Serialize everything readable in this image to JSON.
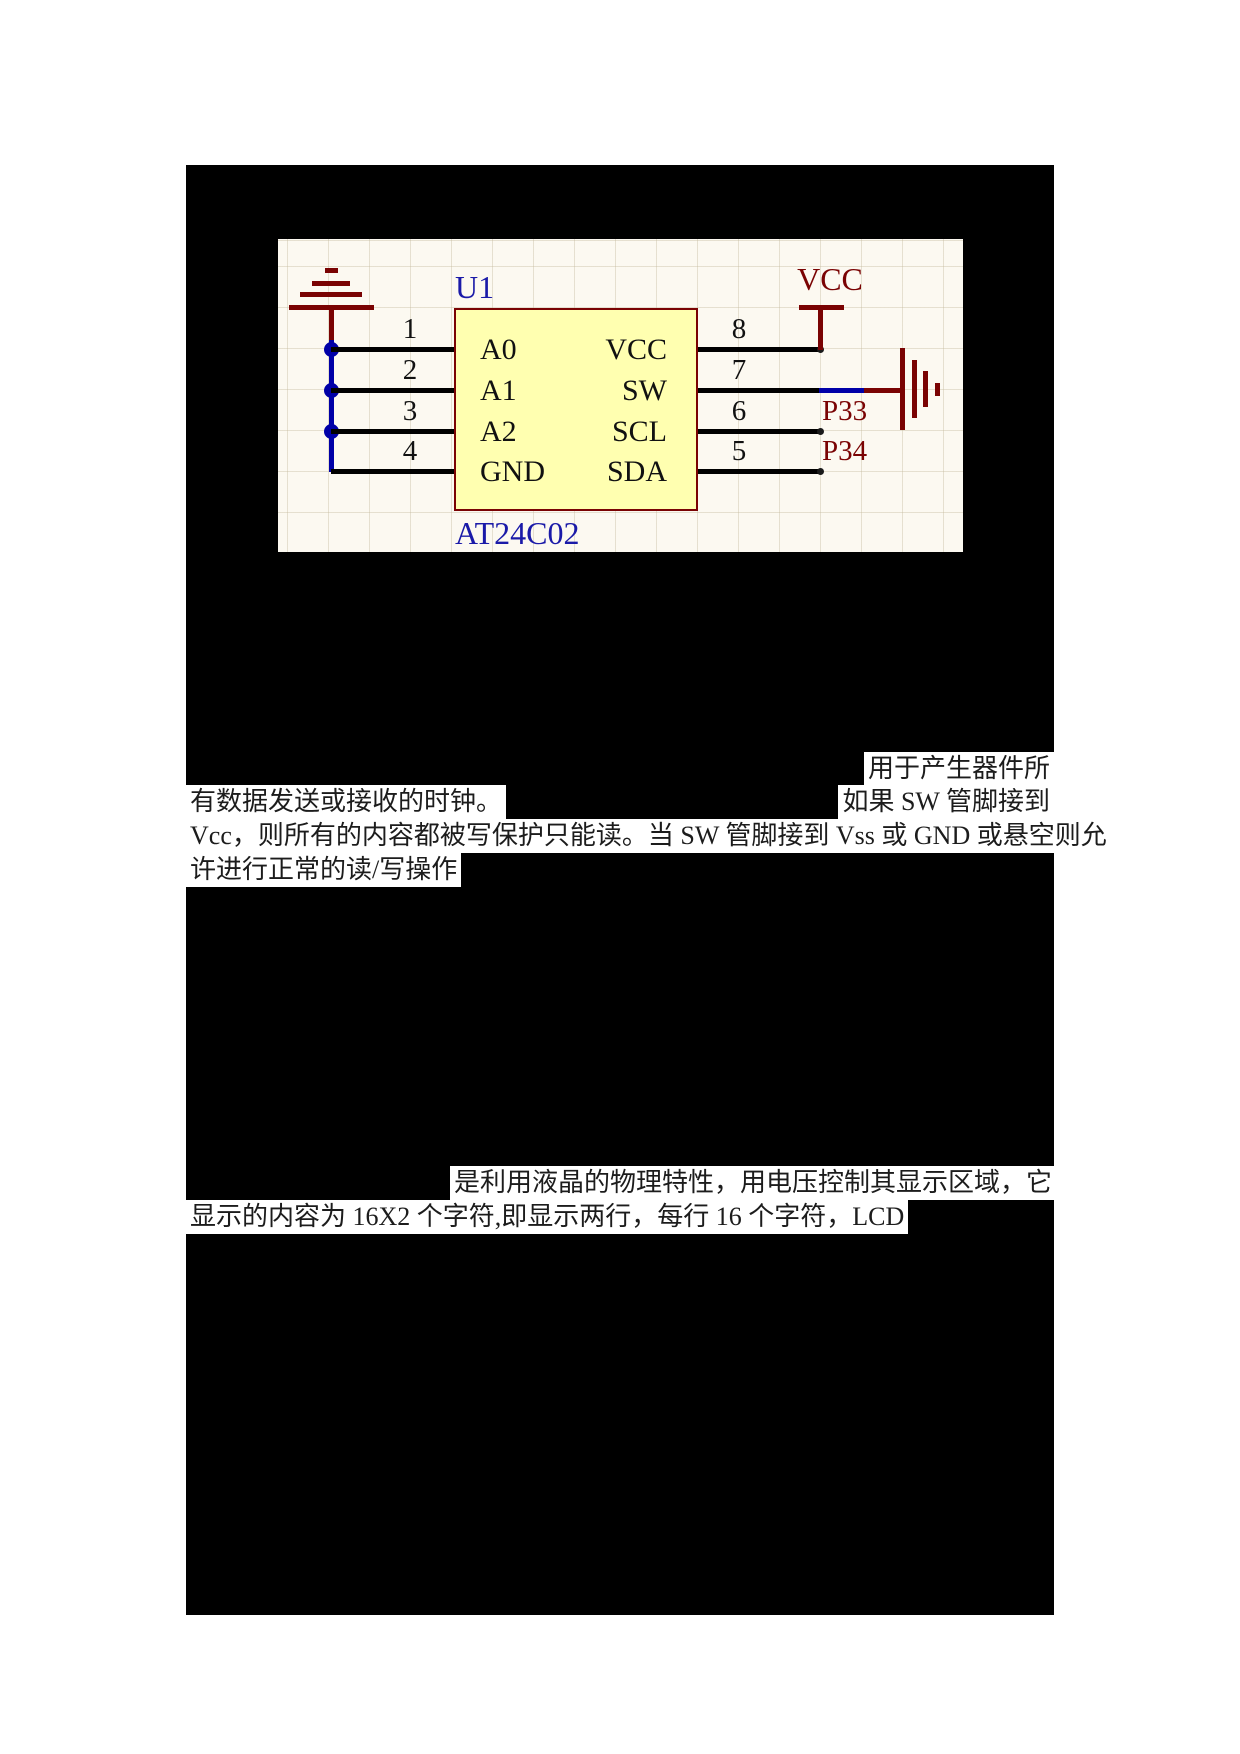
{
  "schematic": {
    "designator": "U1",
    "part_number": "AT24C02",
    "power_net": "VCC",
    "left_pins": [
      {
        "number": "1",
        "name": "A0"
      },
      {
        "number": "2",
        "name": "A1"
      },
      {
        "number": "3",
        "name": "A2"
      },
      {
        "number": "4",
        "name": "GND"
      }
    ],
    "right_pins": [
      {
        "number": "8",
        "name": "VCC"
      },
      {
        "number": "7",
        "name": "SW"
      },
      {
        "number": "6",
        "name": "SCL"
      },
      {
        "number": "5",
        "name": "SDA"
      }
    ],
    "net_labels": {
      "p33": "P33",
      "p34": "P34"
    },
    "colors": {
      "wire": "#000000",
      "bus_blue": "#0000a8",
      "symbol_red": "#7a0303",
      "chip_fill": "#ffffb0",
      "panel_bg": "#fcf9f1",
      "label_blue": "#1a1aa8"
    }
  },
  "doc_text": {
    "right_line_1": "用于产生器件所",
    "left_line_2": "有数据发送或接收的时钟。",
    "right_line_2": "如果 SW 管脚接到",
    "line_3": "Vcc，则所有的内容都被写保护只能读。当 SW 管脚接到 Vss 或  GND 或悬空则允",
    "line_4": "许进行正常的读/写操作",
    "lcd_line_1": "是利用液晶的物理特性，用电压控制其显示区域，它",
    "lcd_line_2": "显示的内容为 16X2 个字符,即显示两行，每行 16 个字符，LCD"
  }
}
